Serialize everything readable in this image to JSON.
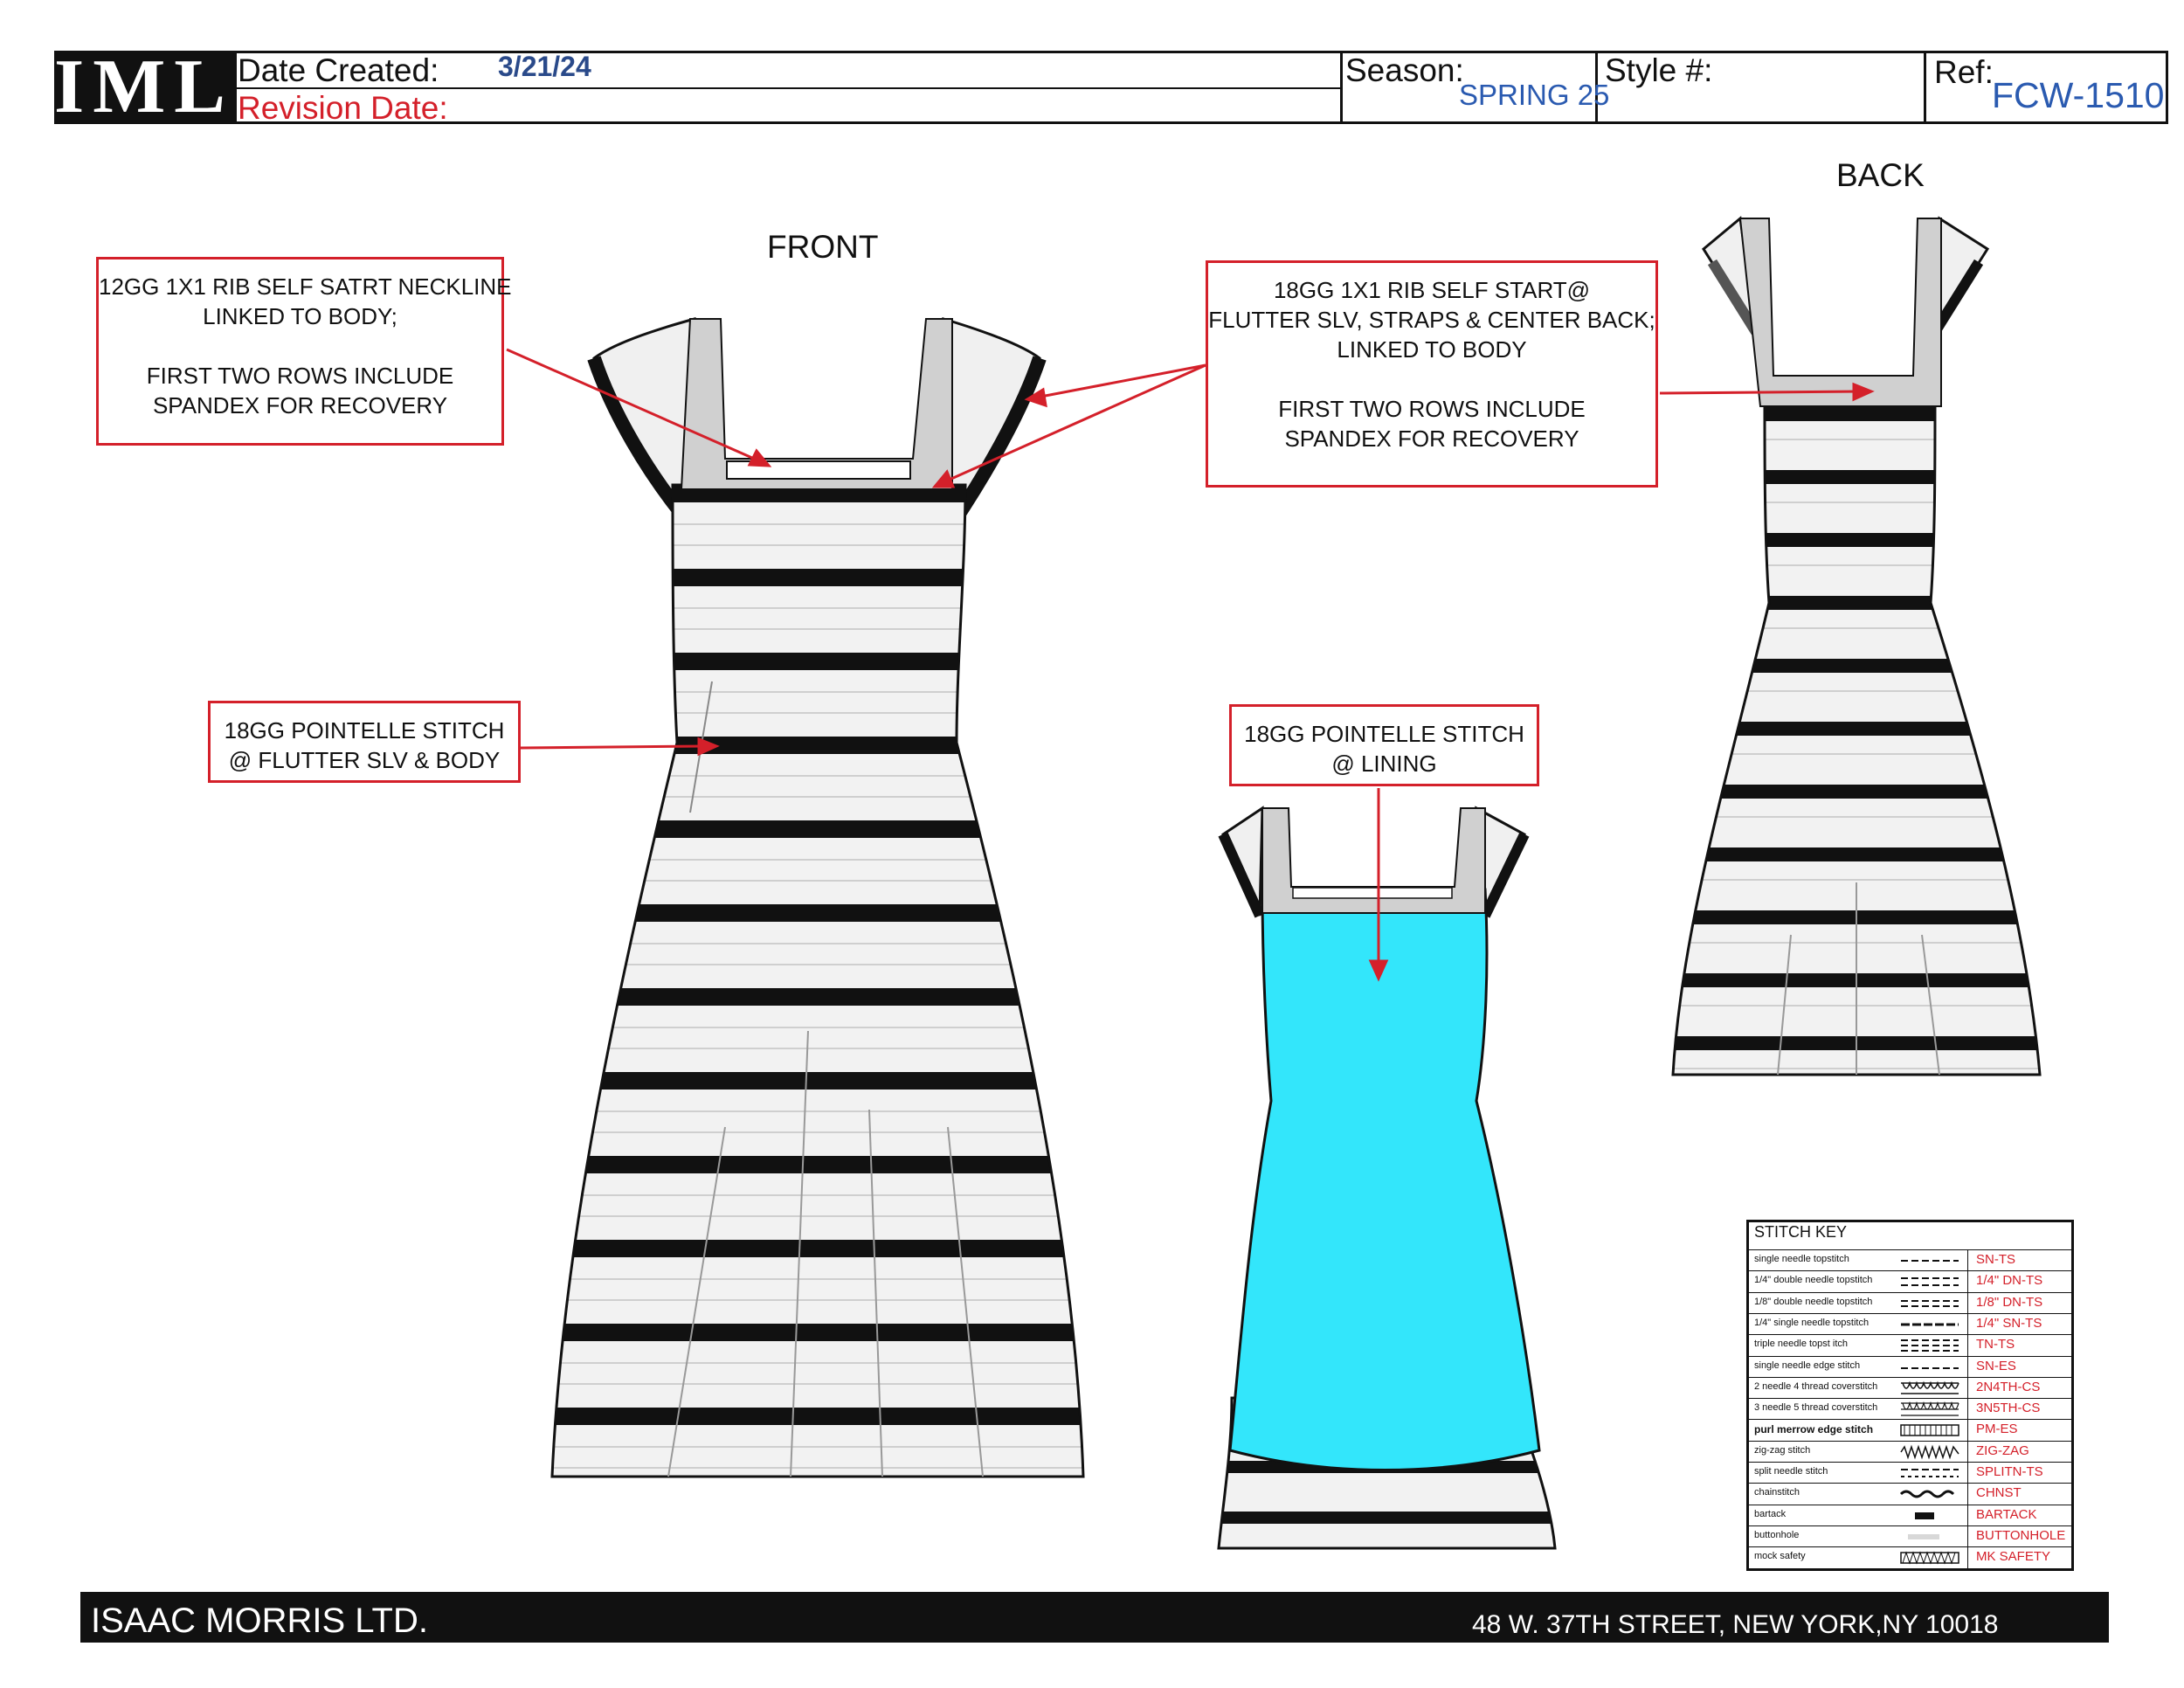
{
  "header": {
    "logo": "IML",
    "date_created_label": "Date Created:",
    "date_created_value": "3/21/24",
    "revision_date_label": "Revision Date:",
    "season_label": "Season:",
    "season_value": "SPRING 25",
    "style_label": "Style #:",
    "ref_label": "Ref:",
    "ref_value": "FCW-1510"
  },
  "views": {
    "front": "FRONT",
    "back": "BACK"
  },
  "callouts": {
    "neckline": [
      "12GG 1X1 RIB SELF SATRT NECKLINE",
      "LINKED TO BODY;",
      "",
      "FIRST TWO ROWS INCLUDE",
      "SPANDEX FOR RECOVERY"
    ],
    "flutter": [
      "18GG 1X1 RIB SELF START@",
      "FLUTTER SLV, STRAPS & CENTER BACK;",
      "LINKED TO BODY",
      "",
      "FIRST TWO ROWS INCLUDE",
      "SPANDEX FOR RECOVERY"
    ],
    "pointelle_body": [
      "18GG POINTELLE STITCH",
      "@ FLUTTER SLV & BODY"
    ],
    "pointelle_lining": [
      "18GG POINTELLE STITCH",
      "@ LINING"
    ]
  },
  "colors": {
    "accent_red": "#d4202a",
    "lining_cyan": "#33e6fb",
    "stripe_black": "#111111",
    "rib_gray": "#d0d0d0"
  },
  "stitch_key": {
    "title": "STITCH KEY",
    "rows": [
      {
        "name": "single needle topstitch",
        "code": "SN-TS"
      },
      {
        "name": "1/4\" double needle topstitch",
        "code": "1/4\" DN-TS"
      },
      {
        "name": "1/8\" double needle topstitch",
        "code": "1/8\" DN-TS"
      },
      {
        "name": "1/4\" single needle topstitch",
        "code": "1/4\" SN-TS"
      },
      {
        "name": "triple needle topst itch",
        "code": "TN-TS"
      },
      {
        "name": "single needle edge stitch",
        "code": "SN-ES"
      },
      {
        "name": "2 needle 4 thread coverstitch",
        "code": "2N4TH-CS"
      },
      {
        "name": "3 needle 5 thread coverstitch",
        "code": "3N5TH-CS"
      },
      {
        "name": "purl merrow edge stitch",
        "code": "PM-ES"
      },
      {
        "name": "zig-zag stitch",
        "code": "ZIG-ZAG"
      },
      {
        "name": "split needle stitch",
        "code": "SPLITN-TS"
      },
      {
        "name": "chainstitch",
        "code": "CHNST"
      },
      {
        "name": "bartack",
        "code": "BARTACK"
      },
      {
        "name": "buttonhole",
        "code": "BUTTONHOLE"
      },
      {
        "name": "mock safety",
        "code": "MK SAFETY"
      }
    ]
  },
  "footer": {
    "company": "ISAAC MORRIS LTD.",
    "address": "48 W. 37TH STREET, NEW YORK,NY 10018"
  }
}
